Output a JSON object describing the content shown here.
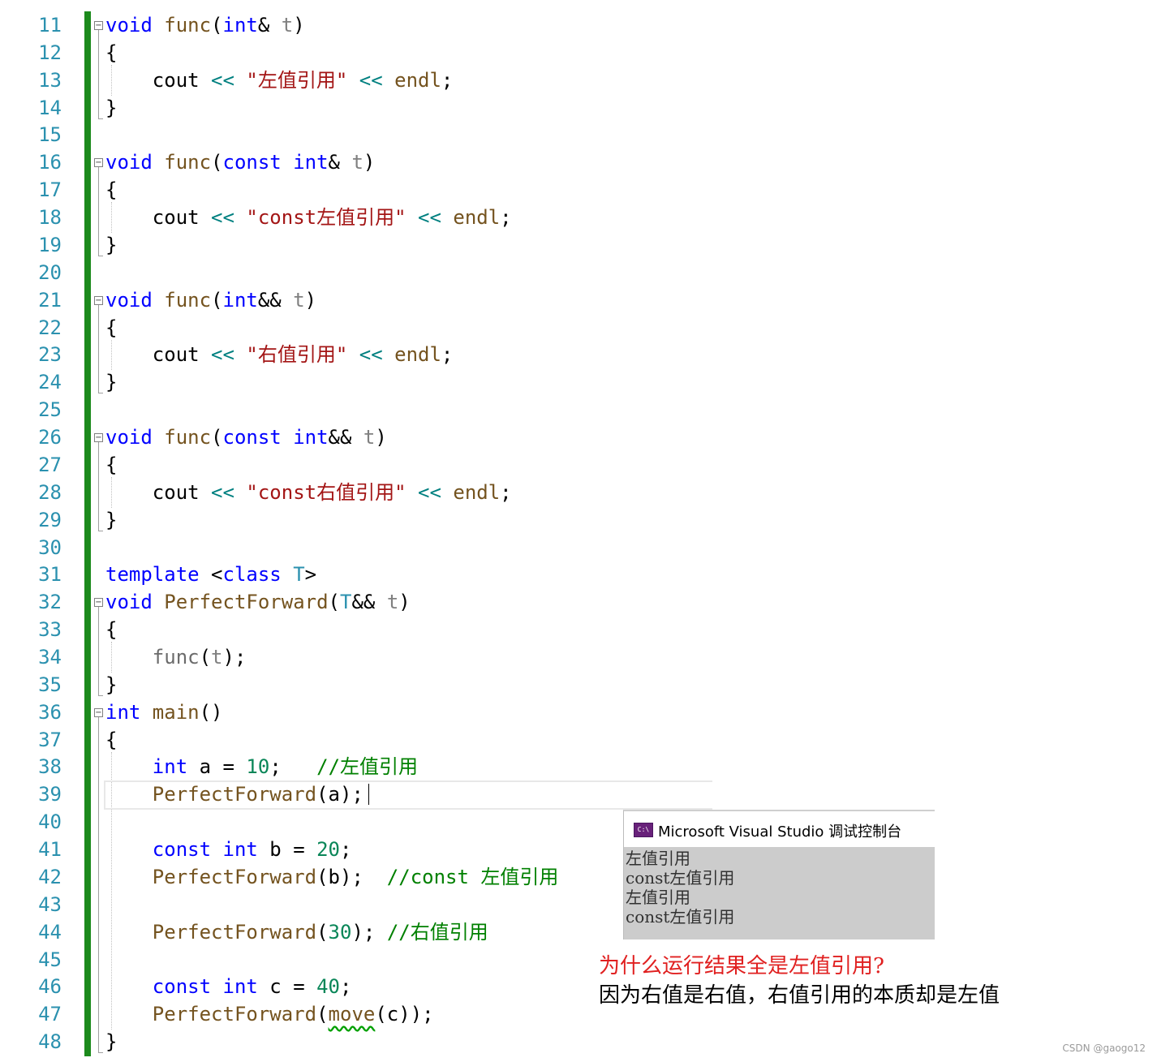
{
  "editor": {
    "lines": [
      {
        "n": "11",
        "tokens": [
          [
            "kw",
            "void"
          ],
          [
            "",
            ""
          ],
          [
            "fn",
            " func"
          ],
          [
            "",
            "("
          ],
          [
            "kw",
            "int"
          ],
          [
            "",
            "& "
          ],
          [
            "prm",
            "t"
          ],
          [
            "",
            ")"
          ]
        ]
      },
      {
        "n": "12",
        "tokens": [
          [
            "",
            "{"
          ]
        ]
      },
      {
        "n": "13",
        "tokens": [
          [
            "",
            "    cout "
          ],
          [
            "op",
            "<<"
          ],
          [
            "",
            " "
          ],
          [
            "str",
            "\"左值引用\""
          ],
          [
            "",
            " "
          ],
          [
            "op",
            "<<"
          ],
          [
            "",
            " "
          ],
          [
            "fn",
            "endl"
          ],
          [
            "",
            ";"
          ]
        ]
      },
      {
        "n": "14",
        "tokens": [
          [
            "",
            "}"
          ]
        ]
      },
      {
        "n": "15",
        "tokens": []
      },
      {
        "n": "16",
        "tokens": [
          [
            "kw",
            "void"
          ],
          [
            "fn",
            " func"
          ],
          [
            "",
            "("
          ],
          [
            "kw",
            "const int"
          ],
          [
            "",
            "& "
          ],
          [
            "prm",
            "t"
          ],
          [
            "",
            ")"
          ]
        ]
      },
      {
        "n": "17",
        "tokens": [
          [
            "",
            "{"
          ]
        ]
      },
      {
        "n": "18",
        "tokens": [
          [
            "",
            "    cout "
          ],
          [
            "op",
            "<<"
          ],
          [
            "",
            " "
          ],
          [
            "str",
            "\"const左值引用\""
          ],
          [
            "",
            " "
          ],
          [
            "op",
            "<<"
          ],
          [
            "",
            " "
          ],
          [
            "fn",
            "endl"
          ],
          [
            "",
            ";"
          ]
        ]
      },
      {
        "n": "19",
        "tokens": [
          [
            "",
            "}"
          ]
        ]
      },
      {
        "n": "20",
        "tokens": []
      },
      {
        "n": "21",
        "tokens": [
          [
            "kw",
            "void"
          ],
          [
            "fn",
            " func"
          ],
          [
            "",
            "("
          ],
          [
            "kw",
            "int"
          ],
          [
            "",
            "&& "
          ],
          [
            "prm",
            "t"
          ],
          [
            "",
            ")"
          ]
        ]
      },
      {
        "n": "22",
        "tokens": [
          [
            "",
            "{"
          ]
        ]
      },
      {
        "n": "23",
        "tokens": [
          [
            "",
            "    cout "
          ],
          [
            "op",
            "<<"
          ],
          [
            "",
            " "
          ],
          [
            "str",
            "\"右值引用\""
          ],
          [
            "",
            " "
          ],
          [
            "op",
            "<<"
          ],
          [
            "",
            " "
          ],
          [
            "fn",
            "endl"
          ],
          [
            "",
            ";"
          ]
        ]
      },
      {
        "n": "24",
        "tokens": [
          [
            "",
            "}"
          ]
        ]
      },
      {
        "n": "25",
        "tokens": []
      },
      {
        "n": "26",
        "tokens": [
          [
            "kw",
            "void"
          ],
          [
            "fn",
            " func"
          ],
          [
            "",
            "("
          ],
          [
            "kw",
            "const int"
          ],
          [
            "",
            "&& "
          ],
          [
            "prm",
            "t"
          ],
          [
            "",
            ")"
          ]
        ]
      },
      {
        "n": "27",
        "tokens": [
          [
            "",
            "{"
          ]
        ]
      },
      {
        "n": "28",
        "tokens": [
          [
            "",
            "    cout "
          ],
          [
            "op",
            "<<"
          ],
          [
            "",
            " "
          ],
          [
            "str",
            "\"const右值引用\""
          ],
          [
            "",
            " "
          ],
          [
            "op",
            "<<"
          ],
          [
            "",
            " "
          ],
          [
            "fn",
            "endl"
          ],
          [
            "",
            ";"
          ]
        ]
      },
      {
        "n": "29",
        "tokens": [
          [
            "",
            "}"
          ]
        ]
      },
      {
        "n": "30",
        "tokens": []
      },
      {
        "n": "31",
        "tokens": [
          [
            "kw",
            "template"
          ],
          [
            "",
            " <"
          ],
          [
            "kw",
            "class"
          ],
          [
            "",
            " "
          ],
          [
            "tp",
            "T"
          ],
          [
            "",
            ">"
          ]
        ]
      },
      {
        "n": "32",
        "tokens": [
          [
            "kw",
            "void"
          ],
          [
            "fn",
            " PerfectForward"
          ],
          [
            "",
            "("
          ],
          [
            "tp",
            "T"
          ],
          [
            "",
            "&& "
          ],
          [
            "prm",
            "t"
          ],
          [
            "",
            ")"
          ]
        ]
      },
      {
        "n": "33",
        "tokens": [
          [
            "",
            "{"
          ]
        ]
      },
      {
        "n": "34",
        "tokens": [
          [
            "",
            "    "
          ],
          [
            "dim",
            "func"
          ],
          [
            "",
            "("
          ],
          [
            "prm",
            "t"
          ],
          [
            "",
            ");"
          ]
        ]
      },
      {
        "n": "35",
        "tokens": [
          [
            "",
            "}"
          ]
        ]
      },
      {
        "n": "36",
        "tokens": [
          [
            "kw",
            "int"
          ],
          [
            "fn",
            " main"
          ],
          [
            "",
            "()"
          ]
        ]
      },
      {
        "n": "37",
        "tokens": [
          [
            "",
            "{"
          ]
        ]
      },
      {
        "n": "38",
        "tokens": [
          [
            "",
            "    "
          ],
          [
            "kw",
            "int"
          ],
          [
            "",
            " a "
          ],
          [
            "",
            ""
          ],
          [
            "",
            "= "
          ],
          [
            "num",
            "10"
          ],
          [
            "",
            ";   "
          ],
          [
            "cm",
            "//左值引用"
          ]
        ]
      },
      {
        "n": "39",
        "tokens": [
          [
            "",
            "    "
          ],
          [
            "fn",
            "PerfectForward"
          ],
          [
            "",
            "(a);"
          ]
        ]
      },
      {
        "n": "40",
        "tokens": []
      },
      {
        "n": "41",
        "tokens": [
          [
            "",
            "    "
          ],
          [
            "kw",
            "const int"
          ],
          [
            "",
            " b = "
          ],
          [
            "num",
            "20"
          ],
          [
            "",
            ";"
          ]
        ]
      },
      {
        "n": "42",
        "tokens": [
          [
            "",
            "    "
          ],
          [
            "fn",
            "PerfectForward"
          ],
          [
            "",
            "(b);  "
          ],
          [
            "cm",
            "//const 左值引用"
          ]
        ]
      },
      {
        "n": "43",
        "tokens": []
      },
      {
        "n": "44",
        "tokens": [
          [
            "",
            "    "
          ],
          [
            "fn",
            "PerfectForward"
          ],
          [
            "",
            "("
          ],
          [
            "num",
            "30"
          ],
          [
            "",
            "); "
          ],
          [
            "cm",
            "//右值引用"
          ]
        ]
      },
      {
        "n": "45",
        "tokens": []
      },
      {
        "n": "46",
        "tokens": [
          [
            "",
            "    "
          ],
          [
            "kw",
            "const int"
          ],
          [
            "",
            " c = "
          ],
          [
            "num",
            "40"
          ],
          [
            "",
            ";"
          ]
        ]
      },
      {
        "n": "47",
        "tokens": [
          [
            "",
            "    "
          ],
          [
            "fn",
            "PerfectForward"
          ],
          [
            "",
            "("
          ],
          [
            "squiggle",
            "move"
          ],
          [
            "",
            "(c));"
          ]
        ]
      },
      {
        "n": "48",
        "tokens": [
          [
            "",
            "}"
          ]
        ]
      }
    ]
  },
  "console": {
    "icon": "C:\\",
    "title": "Microsoft Visual Studio 调试控制台",
    "output": [
      "左值引用",
      "const左值引用",
      "左值引用",
      "const左值引用"
    ]
  },
  "notes": {
    "question": "为什么运行结果全是左值引用?",
    "answer": "因为右值是右值，右值引用的本质却是左值"
  },
  "watermark": "CSDN @gaogo12",
  "colors": {
    "keyword": "#0000ff",
    "function": "#74531f",
    "string": "#a31515",
    "comment": "#008000",
    "line_number": "#2b91af",
    "change_bar": "#1c8a1c",
    "console_bg": "#cccccc",
    "question": "#e02020"
  }
}
